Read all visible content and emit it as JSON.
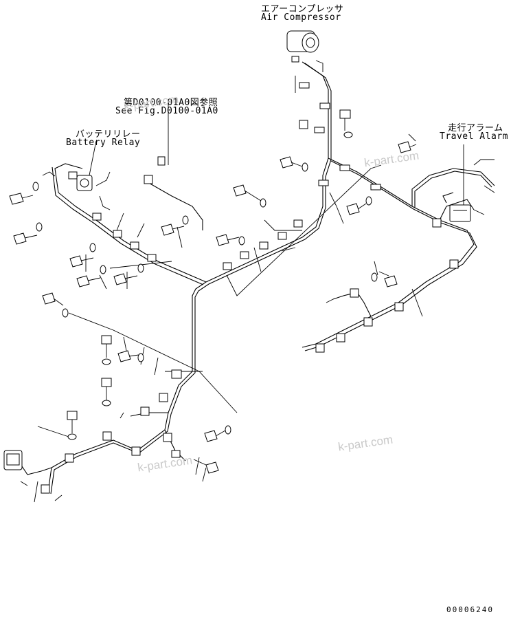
{
  "labels": {
    "air_compressor_jp": "エアーコンプレッサ",
    "air_compressor_en": "Air Compressor",
    "see_fig_jp": "第D0100-01A0図参照",
    "see_fig_en": "See Fig.D0100-01A0",
    "battery_relay_jp": "バッテリリレー",
    "battery_relay_en": "Battery Relay",
    "travel_alarm_jp": "走行アラーム",
    "travel_alarm_en": "Travel Alarm",
    "drawing_number": "00006240"
  },
  "watermarks": [
    "k-part.com",
    "k-part.com",
    "k-part.com",
    "k-part.com"
  ],
  "icons": [
    "air-compressor-icon",
    "battery-relay-icon",
    "travel-alarm-icon",
    "lamp-icon",
    "bolt-icon",
    "washer-icon",
    "clamp-icon"
  ]
}
